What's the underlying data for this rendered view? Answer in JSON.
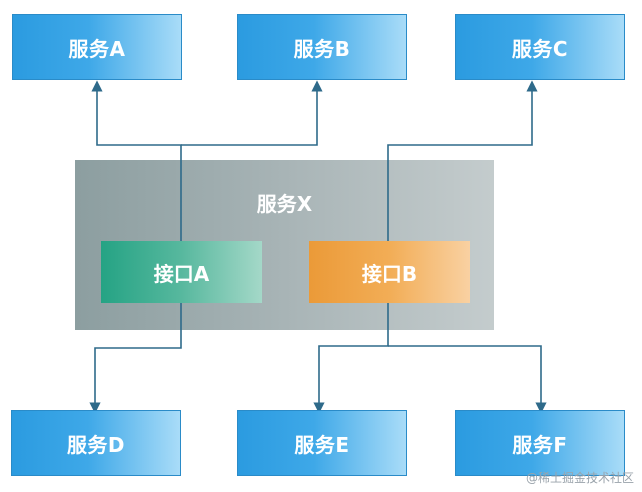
{
  "services": {
    "a": "服务A",
    "b": "服务B",
    "c": "服务C",
    "d": "服务D",
    "e": "服务E",
    "f": "服务F"
  },
  "service_x": {
    "title": "服务X",
    "interface_a": "接口A",
    "interface_b": "接口B"
  },
  "watermark": "@稀土掘金技术社区",
  "colors": {
    "service_blue": "#2b9be0",
    "interface_a_green": "#25a384",
    "interface_b_orange": "#eb9a38",
    "container_gray": "#a8b4b6",
    "connector": "#2e6a8a"
  }
}
